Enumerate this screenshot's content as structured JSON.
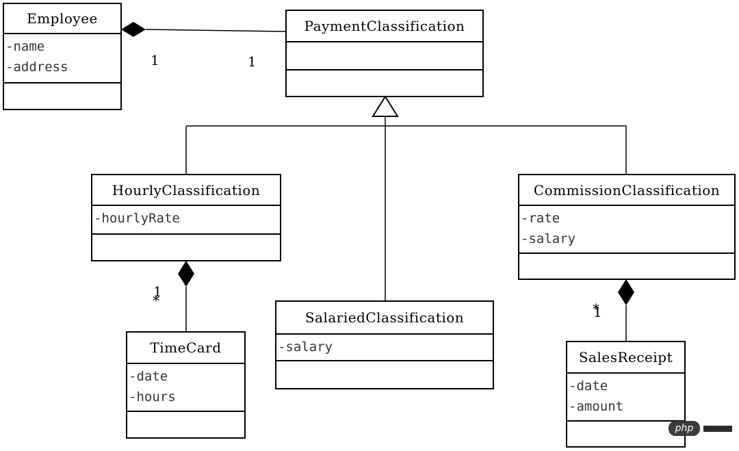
{
  "classes": {
    "employee": {
      "name": "Employee",
      "attributes": [
        "-name",
        "-address"
      ]
    },
    "payment_classification": {
      "name": "PaymentClassification",
      "attributes": []
    },
    "hourly_classification": {
      "name": "HourlyClassification",
      "attributes": [
        "-hourlyRate"
      ]
    },
    "salaried_classification": {
      "name": "SalariedClassification",
      "attributes": [
        "-salary"
      ]
    },
    "commission_classification": {
      "name": "CommissionClassification",
      "attributes": [
        "-rate",
        "-salary"
      ]
    },
    "time_card": {
      "name": "TimeCard",
      "attributes": [
        "-date",
        "-hours"
      ]
    },
    "sales_receipt": {
      "name": "SalesReceipt",
      "attributes": [
        "-date",
        "-amount"
      ]
    }
  },
  "multiplicities": {
    "employee_end": "1",
    "payment_end": "1",
    "hourly_timecard_one": "1",
    "hourly_timecard_many": "*",
    "commission_receipt_one": "1",
    "commission_receipt_many": "*"
  },
  "watermark": {
    "logo": "php",
    "color": "#3b3b3b"
  }
}
